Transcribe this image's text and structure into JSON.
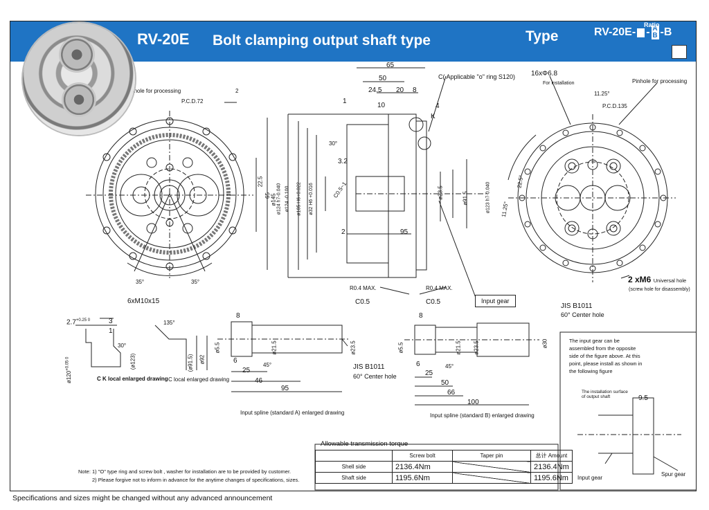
{
  "header": {
    "model": "RV-20E",
    "title": "Bolt clamping output shaft type",
    "type_label": "Type",
    "type_code_prefix": "RV-20E-",
    "type_code_suffix": "-B",
    "ratio_label": "Ratio",
    "type_code_a": "A",
    "type_code_b": "B"
  },
  "front_view_left": {
    "pinhole_label": "Pinhole for processing",
    "pcd": "P.C.D.72",
    "dim_2": "2",
    "dim_22_5": "22.5",
    "dim_65": "65",
    "angle_left": "35°",
    "angle_right": "35°",
    "bolts": "6xM10x15"
  },
  "section_view": {
    "dim_65": "65",
    "dim_50": "50",
    "dim_24_5": "24.5",
    "dim_20": "20",
    "dim_8": "8",
    "dim_10": "10",
    "dim_1": "1",
    "dim_4": "4",
    "k": "K",
    "oring_note": "C( Applicable \"o\" ring S120)",
    "dim_30deg": "30°",
    "dim_3_2": "3.2",
    "c05_1": "C0.5~1",
    "dim_2": "2",
    "dim_95": "95",
    "d145": "ø145",
    "d124": "ø124 h7-0.040",
    "d124b": "ø124 -0.100",
    "d105": "ø105 H6+0.022",
    "d32": "ø32 H6 +0.016",
    "d23_5": "ø23.5",
    "d91_5": "ø91.5",
    "d123": "ø123 h7-0.040",
    "r04a": "R0.4 MAX.",
    "r04b": "R0.4 MAX.",
    "c05a": "C0.5",
    "c05b": "C0.5",
    "input_gear": "Input gear"
  },
  "front_view_right": {
    "holes": "16xΦ6.8",
    "holes_note": "For installation",
    "pinhole_label": "Pinhole for processing",
    "angle_11_25": "11.25°",
    "pcd": "P.C.D.135",
    "angle_22_5": "22.5°",
    "angle_11_25b": "11.25°",
    "universal_hole": "2 xM6",
    "universal_hole_label": "Universal hole",
    "universal_hole_note": "(screw hole for disassembly)"
  },
  "details": {
    "ck_dim_a": "2.7",
    "ck_dim_a_tol": "+0.25 0",
    "ck_dim_3": "3",
    "ck_dim_1": "1",
    "ck_dim_30": "30°",
    "ck_d120": "ø120",
    "ck_d120_tol": "+0.05 0",
    "ck_d123": "(ø123)",
    "ck_label": "C K local enlarged drawing",
    "c_angle": "135°",
    "c_d91_5": "(ø91.5)",
    "c_d92": "ø92",
    "c_label": "C local enlarged drawing"
  },
  "spline_a": {
    "dim_8": "8",
    "d5_5": "ø5.5",
    "d21_5": "ø21.5",
    "d23_5": "ø23.5",
    "dim_6": "6",
    "dim_25": "25",
    "angle_45": "45°",
    "dim_46": "46",
    "dim_95": "95",
    "jis": "JIS B1011",
    "center_hole": "60° Center hole",
    "label": "Input spline (standard A) enlarged drawing"
  },
  "spline_b": {
    "dim_8": "8",
    "d5_5": "ø5.5",
    "d21_5": "ø21.5",
    "d23_5": "ø23.5",
    "d30": "ø30",
    "dim_6": "6",
    "dim_25": "25",
    "angle_45": "45°",
    "dim_50": "50",
    "dim_66": "66",
    "dim_100": "100",
    "jis": "JIS B1011",
    "center_hole": "60° Center hole",
    "label": "Input spline (standard B) enlarged drawing"
  },
  "inset": {
    "text": "The input gear can be assembled from the opposite side of the figure above. At this point, please install as shown in the following figure",
    "surface_label": "The installation surface of output shaft",
    "dim_9_5": "9.5",
    "input_gear": "Input gear",
    "spur_gear": "Spur gear"
  },
  "torque": {
    "title": "Allowable transmission torque",
    "headers": [
      "",
      "Screw bolt",
      "Taper pin",
      "总计 Amount"
    ],
    "rows": [
      {
        "name": "Shell side",
        "screw": "2136.4Nm",
        "pin": "",
        "amount": "2136.4Nm"
      },
      {
        "name": "Shaft side",
        "screw": "1195.6Nm",
        "pin": "",
        "amount": "1195.6Nm"
      }
    ]
  },
  "notes": {
    "line1": "Note: 1) \"O\" type ring and screw bolt , washer for installation are to be provided by customer.",
    "line2": "2) Please forgive not to inform in advance for the anytime changes of specifications, sizes."
  },
  "footer": "Specifications and sizes might be changed without any advanced announcement",
  "colors": {
    "banner": "#1f74c4"
  }
}
